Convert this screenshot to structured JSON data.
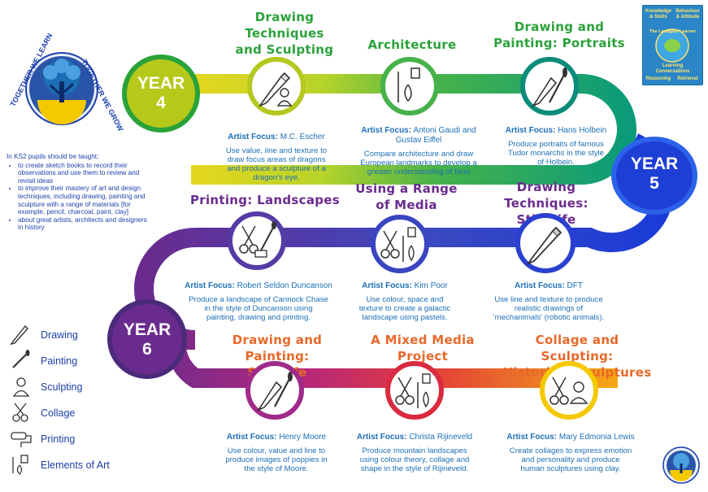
{
  "logo": {
    "text_left": "TOGETHER WE LEARN",
    "text_right": "TOGETHER WE GROW"
  },
  "book": {
    "top_left": "Knowledge",
    "top_left2": "& Skills",
    "top_right": "Behaviour",
    "top_right2": "& Attitude",
    "title": "The Leadgate Learner",
    "mid1": "Learning",
    "mid2": "Conversations",
    "bot_left": "Reasoning",
    "bot_right": "Retrieval"
  },
  "years": {
    "y4": {
      "label": "YEAR",
      "num": "4"
    },
    "y5": {
      "label": "YEAR",
      "num": "5"
    },
    "y6": {
      "label": "YEAR",
      "num": "6"
    }
  },
  "units": [
    {
      "title1": "Drawing",
      "title2": "Techniques",
      "title3": "and Sculpting",
      "focus_label": "Artist Focus:",
      "focus": "M.C. Escher",
      "desc1": "Use value, line and texture to",
      "desc2": "draw focus areas of dragons",
      "desc3": "and produce a sculpture of a",
      "desc4": "dragon's eye."
    },
    {
      "title1": "Architecture",
      "focus_label": "Artist Focus:",
      "focus": "Antoni Gaudi and",
      "focus2": "Gustav Eiffel",
      "desc1": "Compare architecture and draw",
      "desc2": "European landmarks to develop a",
      "desc3": "greater understanding of form"
    },
    {
      "title1": "Drawing and",
      "title2": "Painting: Portraits",
      "focus_label": "Artist Focus:",
      "focus": "Hans Holbein",
      "desc1": "Produce portraits of famous",
      "desc2": "Tudor monarchs in the style",
      "desc3": "of Holbein."
    },
    {
      "title1": "Printing: Landscapes",
      "focus_label": "Artist Focus:",
      "focus": "Robert Seldon Duncanson",
      "desc1": "Produce a landscape of Cannock Chase",
      "desc2": "in the style of Duncanson using",
      "desc3": "painting, drawing and printing."
    },
    {
      "title1": "Using a Range",
      "title2": "of Media",
      "focus_label": "Artist Focus:",
      "focus": "Kim Poor",
      "desc1": "Use colour, space and",
      "desc2": "texture to create a galactic",
      "desc3": "landscape using pastels."
    },
    {
      "title1": "Drawing Techniques:",
      "title2": "Still Life",
      "focus_label": "Artist Focus:",
      "focus": "DFT",
      "desc1": "Use line and texture to produce",
      "desc2": "realistic drawings of",
      "desc3": "'mechanimals' (robotic animals)."
    },
    {
      "title1": "Drawing and Painting:",
      "title2": "Still Life",
      "focus_label": "Artist Focus:",
      "focus": "Henry Moore",
      "desc1": "Use colour, value and line to",
      "desc2": "produce images of poppies in",
      "desc3": "the style of Moore."
    },
    {
      "title1": "A Mixed Media",
      "title2": "Project",
      "focus_label": "Artist Focus:",
      "focus": "Christa Rijineveld",
      "desc1": "Produce mountain landscapes",
      "desc2": "using colour theory, collage and",
      "desc3": "shape in the style of Rijineveld."
    },
    {
      "title1": "Collage and Sculpting:",
      "title2": "Historical Sculptures",
      "focus_label": "Artist Focus:",
      "focus": "Mary Edmonia Lewis",
      "desc1": "Create collages to express emotion",
      "desc2": "and personality and produce",
      "desc3": "human sculptures using clay."
    }
  ],
  "ks2": {
    "intro": "In KS2 pupils should be taught;",
    "items": [
      "to create sketch books to record their observations and use them to review and revisit ideas",
      "to improve their mastery of art and design techniques, including drawing, painting and sculpture with a range of materials [for example, pencil, charcoal, paint, clay]",
      "about great artists, architects and designers in history"
    ]
  },
  "legend": [
    {
      "label": "Drawing",
      "icon": "pencil-icon"
    },
    {
      "label": "Painting",
      "icon": "paintbrush-icon"
    },
    {
      "label": "Sculpting",
      "icon": "bust-icon"
    },
    {
      "label": "Collage",
      "icon": "scissors-icon"
    },
    {
      "label": "Printing",
      "icon": "roller-icon"
    },
    {
      "label": "Elements of Art",
      "icon": "shapes-icon"
    }
  ],
  "colors": {
    "green": "#2aa23a",
    "purple": "#6a2b8e",
    "orange": "#e8682a",
    "blue": "#1e3fd6",
    "yellow": "#f5c900",
    "text_blue": "#1d6fb5"
  }
}
